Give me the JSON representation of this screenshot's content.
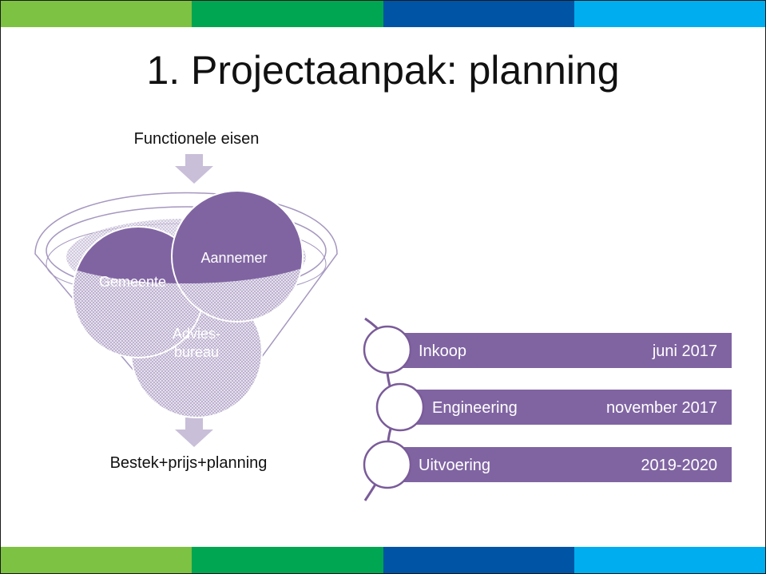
{
  "title": "1. Projectaanpak: planning",
  "colors": {
    "bar_segments": [
      "#7dc242",
      "#00a651",
      "#0054a6",
      "#00aeef"
    ],
    "accent": "#8064a2",
    "arrow": "#c9bfd9"
  },
  "funnel": {
    "top_label": "Functionele eisen",
    "bottom_label": "Bestek+prijs+planning",
    "circles": [
      {
        "label": "Gemeente"
      },
      {
        "label": "Aannemer"
      },
      {
        "label_lines": [
          "Advies-",
          "bureau"
        ]
      }
    ]
  },
  "timeline": {
    "items": [
      {
        "phase": "Inkoop",
        "date": "juni 2017"
      },
      {
        "phase": "Engineering",
        "date": "november 2017"
      },
      {
        "phase": "Uitvoering",
        "date": "2019-2020"
      }
    ]
  }
}
